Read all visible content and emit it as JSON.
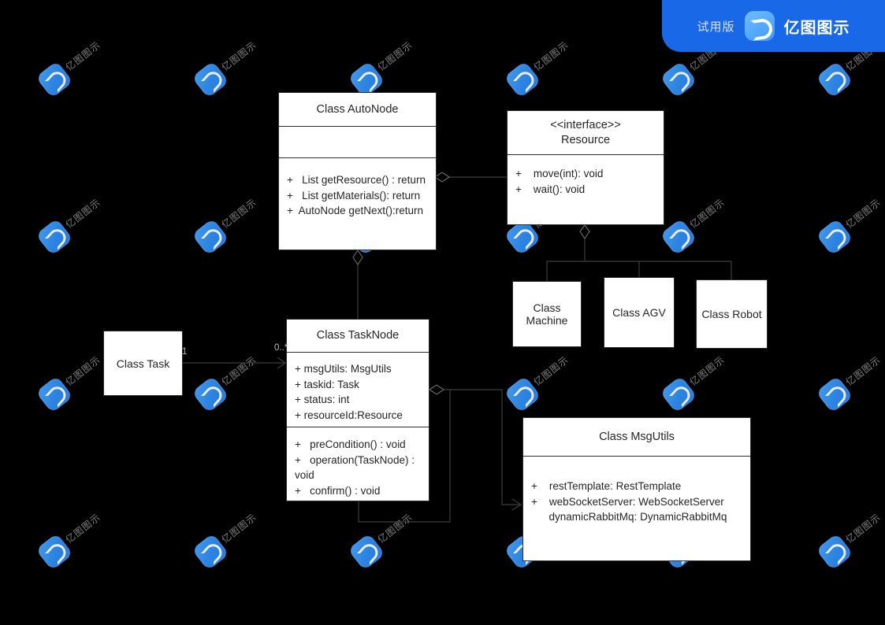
{
  "app": {
    "trial_label": "试用版",
    "brand_name": "亿图图示",
    "logo_icon": "edraw-logo-icon",
    "watermark_text": "亿图图示"
  },
  "diagram": {
    "type": "uml-class-diagram",
    "background_color": "#000000",
    "box_fill": "#ffffff",
    "box_stroke": "#2b2b2b",
    "classes": [
      {
        "id": "auto-node",
        "title": "Class AutoNode",
        "attributes": [],
        "methods": [
          "+   List getResource() : return",
          "+   List getMaterials(): return",
          "+  AutoNode getNext():return"
        ]
      },
      {
        "id": "resource",
        "stereotype": "<<interface>>",
        "title": "Resource",
        "methods": [
          "+    move(int): void",
          "+    wait(): void"
        ]
      },
      {
        "id": "task",
        "title": "Class Task"
      },
      {
        "id": "task-node",
        "title": "Class TaskNode",
        "attributes": [
          "+ msgUtils: MsgUtils",
          "+ taskid: Task",
          "+ status: int",
          "+ resourceId:Resource"
        ],
        "methods": [
          "+   preCondition() : void",
          "+   operation(TaskNode) : void",
          "+   confirm() : void"
        ]
      },
      {
        "id": "machine",
        "title": "Class Machine"
      },
      {
        "id": "agv",
        "title": "Class AGV"
      },
      {
        "id": "robot",
        "title": "Class Robot"
      },
      {
        "id": "msg-utils",
        "title": "Class MsgUtils",
        "attributes": [
          "+    restTemplate: RestTemplate",
          "+    webSocketServer: WebSocketServer",
          "      dynamicRabbitMq: DynamicRabbitMq"
        ]
      }
    ],
    "multiplicities": {
      "task_side": "1",
      "task_node_side": "0..*"
    },
    "relationships": [
      {
        "from": "auto-node",
        "to": "resource",
        "kind": "aggregation"
      },
      {
        "from": "auto-node",
        "to": "task-node",
        "kind": "aggregation"
      },
      {
        "from": "resource",
        "to": "machine",
        "kind": "generalization"
      },
      {
        "from": "resource",
        "to": "agv",
        "kind": "generalization"
      },
      {
        "from": "resource",
        "to": "robot",
        "kind": "generalization"
      },
      {
        "from": "task",
        "to": "task-node",
        "kind": "association"
      },
      {
        "from": "task-node",
        "to": "msg-utils",
        "kind": "aggregation"
      }
    ]
  }
}
